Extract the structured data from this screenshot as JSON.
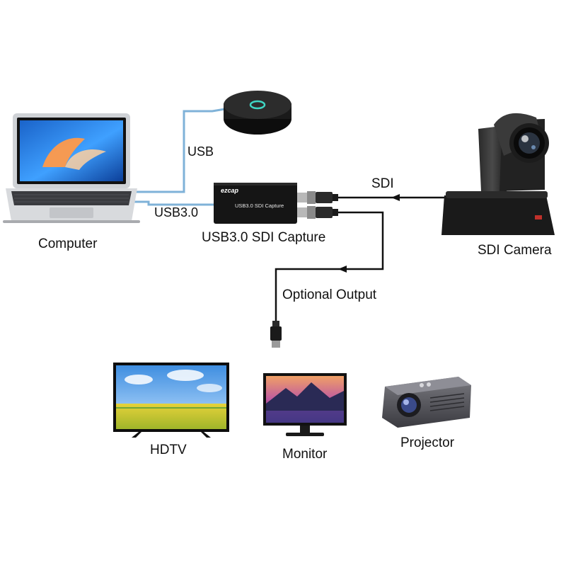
{
  "labels": {
    "computer": "Computer",
    "usb": "USB",
    "usb3": "USB3.0",
    "capture_caption": "USB3.0 SDI Capture",
    "sdi": "SDI",
    "sdi_camera": "SDI Camera",
    "optional_output": "Optional Output",
    "hdtv": "HDTV",
    "monitor": "Monitor",
    "projector": "Projector"
  },
  "device_text": {
    "brand": "ezcap",
    "face": "USB3.0 SDI Capture"
  },
  "colors": {
    "usb_cable": "#7fb2d8",
    "sdi_cable": "#111111",
    "device_body": "#151515",
    "accent_ring": "#3fd6c4"
  },
  "icons": {
    "laptop": "laptop-icon",
    "speakerphone": "speakerphone-icon",
    "capture_device": "capture-device-icon",
    "ptz_camera": "ptz-camera-icon",
    "tv": "tv-icon",
    "monitor": "monitor-icon",
    "projector": "projector-icon"
  }
}
